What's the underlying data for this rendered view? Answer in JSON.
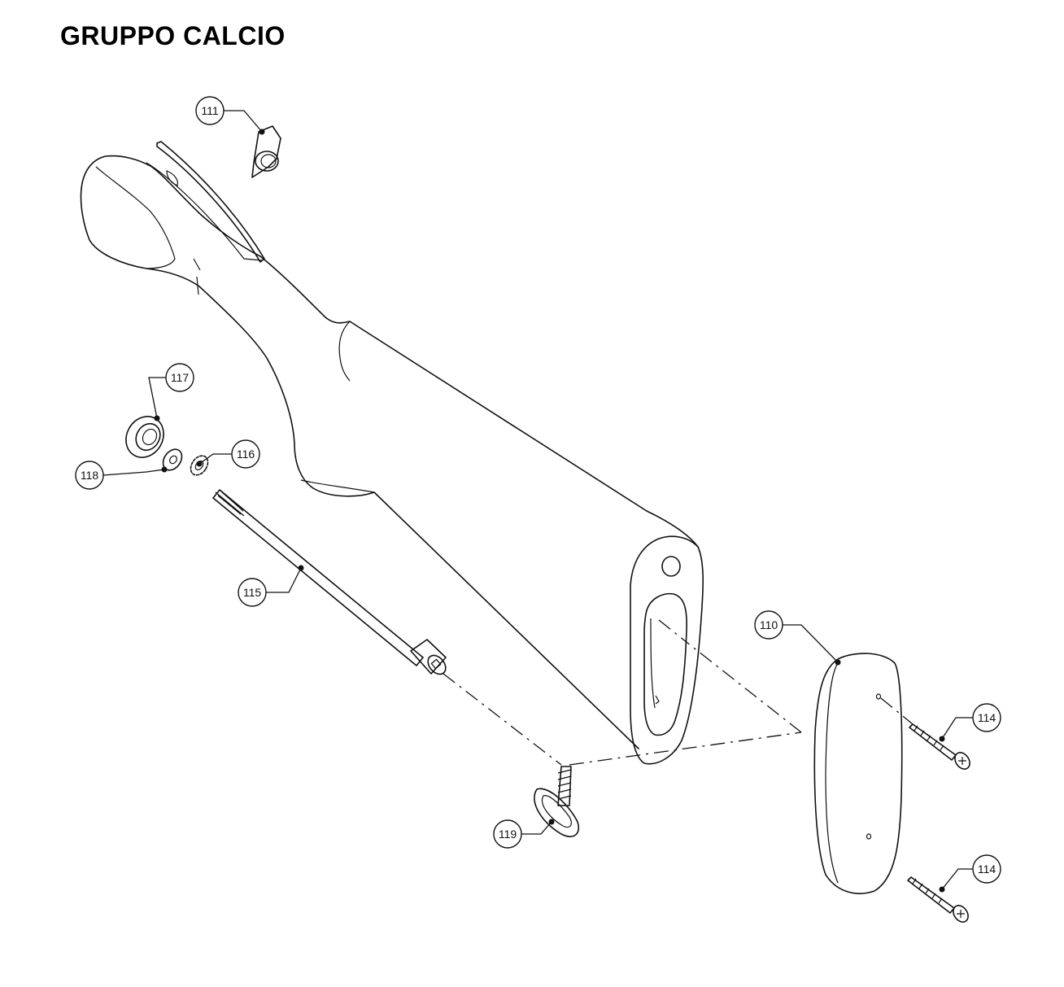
{
  "title": "GRUPPO CALCIO",
  "callouts": [
    {
      "id": "c111",
      "label": "111"
    },
    {
      "id": "c117",
      "label": "117"
    },
    {
      "id": "c116",
      "label": "116"
    },
    {
      "id": "c118",
      "label": "118"
    },
    {
      "id": "c115",
      "label": "115"
    },
    {
      "id": "c110",
      "label": "110"
    },
    {
      "id": "c114a",
      "label": "114"
    },
    {
      "id": "c114b",
      "label": "114"
    },
    {
      "id": "c119",
      "label": "119"
    }
  ]
}
